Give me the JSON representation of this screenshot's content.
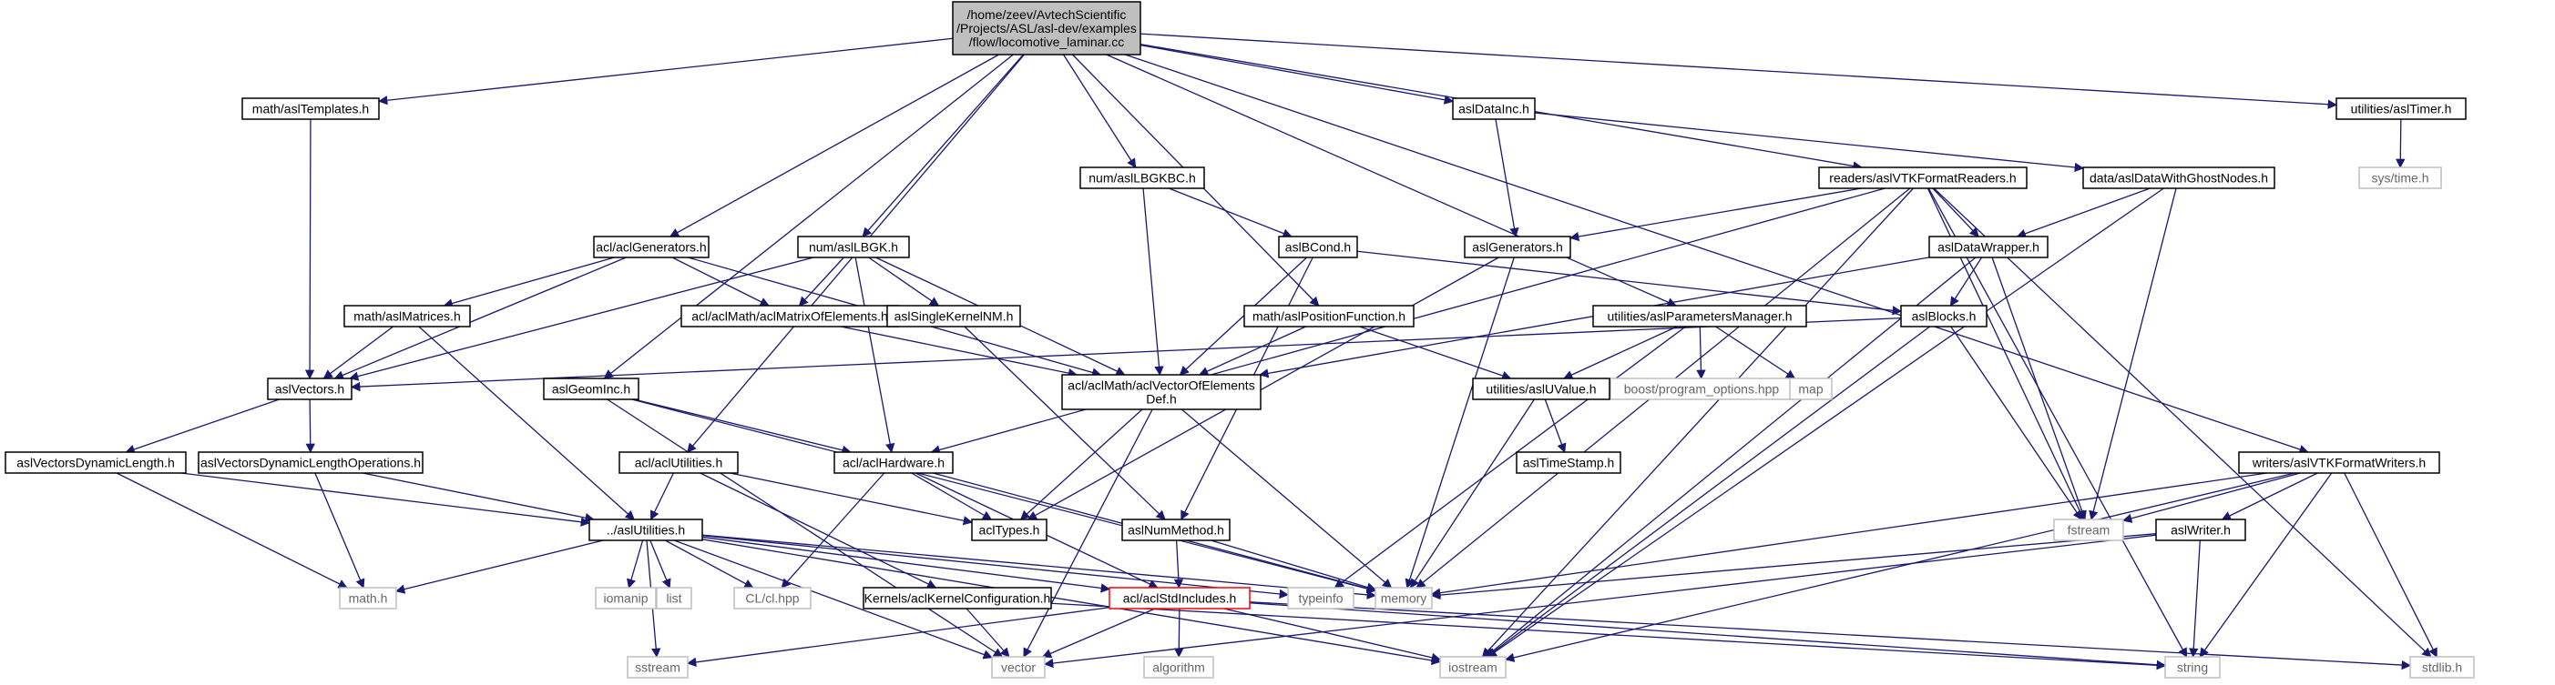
{
  "colors": {
    "edge": "#191970",
    "root_fill": "#bfbfbf",
    "border_dark": "#000000",
    "border_light": "#bfbfbf",
    "border_red": "#ff0000",
    "text_dark": "#000000",
    "text_light": "#666666",
    "node_fill": "#ffffff"
  },
  "nodes": [
    {
      "id": "root",
      "lines": [
        "/home/zeev/AvtechScientific",
        "/Projects/ASL/asl-dev/examples",
        "/flow/locomotive_laminar.cc"
      ],
      "style": "root"
    },
    {
      "id": "asltemplates",
      "lines": [
        "math/aslTemplates.h"
      ],
      "style": "dark"
    },
    {
      "id": "acl_generators",
      "lines": [
        "acl/aclGenerators.h"
      ],
      "style": "dark"
    },
    {
      "id": "aslgeominc",
      "lines": [
        "aslGeomInc.h"
      ],
      "style": "dark"
    },
    {
      "id": "num_asllbgk",
      "lines": [
        "num/aslLBGK.h"
      ],
      "style": "dark"
    },
    {
      "id": "num_asllbgkbc",
      "lines": [
        "num/aslLBGKBC.h"
      ],
      "style": "dark"
    },
    {
      "id": "asldatainc",
      "lines": [
        "aslDataInc.h"
      ],
      "style": "dark"
    },
    {
      "id": "readers_vtk",
      "lines": [
        "readers/aslVTKFormatReaders.h"
      ],
      "style": "dark"
    },
    {
      "id": "data_ghost",
      "lines": [
        "data/aslDataWithGhostNodes.h"
      ],
      "style": "dark"
    },
    {
      "id": "utilities_timer",
      "lines": [
        "utilities/aslTimer.h"
      ],
      "style": "dark"
    },
    {
      "id": "sys_time",
      "lines": [
        "sys/time.h"
      ],
      "style": "light"
    },
    {
      "id": "aslbcond",
      "lines": [
        "aslBCond.h"
      ],
      "style": "dark"
    },
    {
      "id": "aslgenerators",
      "lines": [
        "aslGenerators.h"
      ],
      "style": "dark"
    },
    {
      "id": "asldatawrapper",
      "lines": [
        "aslDataWrapper.h"
      ],
      "style": "dark"
    },
    {
      "id": "math_aslmatrices",
      "lines": [
        "math/aslMatrices.h"
      ],
      "style": "dark"
    },
    {
      "id": "acl_matrixofelements",
      "lines": [
        "acl/aclMath/aclMatrixOfElements.h"
      ],
      "style": "dark"
    },
    {
      "id": "aslsinglekernelnm",
      "lines": [
        "aslSingleKernelNM.h"
      ],
      "style": "dark"
    },
    {
      "id": "math_positionfunction",
      "lines": [
        "math/aslPositionFunction.h"
      ],
      "style": "dark"
    },
    {
      "id": "utilities_paramsmanager",
      "lines": [
        "utilities/aslParametersManager.h"
      ],
      "style": "dark"
    },
    {
      "id": "aslblocks",
      "lines": [
        "aslBlocks.h"
      ],
      "style": "dark"
    },
    {
      "id": "aslvectors",
      "lines": [
        "aslVectors.h"
      ],
      "style": "dark"
    },
    {
      "id": "acl_vectorofelements",
      "lines": [
        "acl/aclMath/aclVectorOfElements",
        "Def.h"
      ],
      "style": "dark"
    },
    {
      "id": "boost_po",
      "lines": [
        "boost/program_options.hpp"
      ],
      "style": "light"
    },
    {
      "id": "map",
      "lines": [
        "map"
      ],
      "style": "light"
    },
    {
      "id": "utilities_uvalue",
      "lines": [
        "utilities/aslUValue.h"
      ],
      "style": "dark"
    },
    {
      "id": "asltimestamp",
      "lines": [
        "aslTimeStamp.h"
      ],
      "style": "dark"
    },
    {
      "id": "aslvectorsdynlen",
      "lines": [
        "aslVectorsDynamicLength.h"
      ],
      "style": "dark"
    },
    {
      "id": "aslvectorsdynlenops",
      "lines": [
        "aslVectorsDynamicLengthOperations.h"
      ],
      "style": "dark"
    },
    {
      "id": "acl_utilities",
      "lines": [
        "acl/aclUtilities.h"
      ],
      "style": "dark"
    },
    {
      "id": "acl_hardware",
      "lines": [
        "acl/aclHardware.h"
      ],
      "style": "dark"
    },
    {
      "id": "acltypes",
      "lines": [
        "aclTypes.h"
      ],
      "style": "dark"
    },
    {
      "id": "aslnummethod",
      "lines": [
        "aslNumMethod.h"
      ],
      "style": "dark"
    },
    {
      "id": "writers_vtk",
      "lines": [
        "writers/aslVTKFormatWriters.h"
      ],
      "style": "dark"
    },
    {
      "id": "fstream",
      "lines": [
        "fstream"
      ],
      "style": "light"
    },
    {
      "id": "aslwriter",
      "lines": [
        "aslWriter.h"
      ],
      "style": "dark"
    },
    {
      "id": "asl_utilities",
      "lines": [
        "../aslUtilities.h"
      ],
      "style": "dark"
    },
    {
      "id": "math_h",
      "lines": [
        "math.h"
      ],
      "style": "light"
    },
    {
      "id": "iomanip",
      "lines": [
        "iomanip"
      ],
      "style": "light"
    },
    {
      "id": "list",
      "lines": [
        "list"
      ],
      "style": "light"
    },
    {
      "id": "cl_hpp",
      "lines": [
        "CL/cl.hpp"
      ],
      "style": "light"
    },
    {
      "id": "kernels_config",
      "lines": [
        "Kernels/aclKernelConfiguration.h"
      ],
      "style": "dark"
    },
    {
      "id": "acl_stdincludes",
      "lines": [
        "acl/aclStdIncludes.h"
      ],
      "style": "red"
    },
    {
      "id": "typeinfo",
      "lines": [
        "typeinfo"
      ],
      "style": "light"
    },
    {
      "id": "memory",
      "lines": [
        "memory"
      ],
      "style": "light"
    },
    {
      "id": "sstream",
      "lines": [
        "sstream"
      ],
      "style": "light"
    },
    {
      "id": "vector",
      "lines": [
        "vector"
      ],
      "style": "light"
    },
    {
      "id": "algorithm",
      "lines": [
        "algorithm"
      ],
      "style": "light"
    },
    {
      "id": "iostream",
      "lines": [
        "iostream"
      ],
      "style": "light"
    },
    {
      "id": "string",
      "lines": [
        "string"
      ],
      "style": "light"
    },
    {
      "id": "stdlib_h",
      "lines": [
        "stdlib.h"
      ],
      "style": "light"
    }
  ],
  "edges": [
    [
      "root",
      "asltemplates"
    ],
    [
      "root",
      "acl_generators"
    ],
    [
      "root",
      "aslgeominc"
    ],
    [
      "root",
      "num_asllbgk"
    ],
    [
      "root",
      "num_asllbgkbc"
    ],
    [
      "root",
      "asldatainc"
    ],
    [
      "root",
      "readers_vtk"
    ],
    [
      "root",
      "utilities_timer"
    ],
    [
      "root",
      "math_positionfunction"
    ],
    [
      "root",
      "utilities_paramsmanager"
    ],
    [
      "root",
      "writers_vtk"
    ],
    [
      "root",
      "acl_utilities"
    ],
    [
      "asltemplates",
      "aslvectors"
    ],
    [
      "utilities_timer",
      "sys_time"
    ],
    [
      "asldatainc",
      "data_ghost"
    ],
    [
      "asldatainc",
      "aslgenerators"
    ],
    [
      "data_ghost",
      "asldatawrapper"
    ],
    [
      "data_ghost",
      "fstream"
    ],
    [
      "data_ghost",
      "iostream"
    ],
    [
      "readers_vtk",
      "aslgenerators"
    ],
    [
      "readers_vtk",
      "asldatawrapper"
    ],
    [
      "readers_vtk",
      "acl_hardware"
    ],
    [
      "readers_vtk",
      "memory"
    ],
    [
      "readers_vtk",
      "fstream"
    ],
    [
      "readers_vtk",
      "iostream"
    ],
    [
      "readers_vtk",
      "string"
    ],
    [
      "readers_vtk",
      "stdlib_h"
    ],
    [
      "num_asllbgkbc",
      "aslbcond"
    ],
    [
      "num_asllbgkbc",
      "acl_vectorofelements"
    ],
    [
      "num_asllbgk",
      "acl_matrixofelements"
    ],
    [
      "num_asllbgk",
      "aslsinglekernelnm"
    ],
    [
      "num_asllbgk",
      "acl_vectorofelements"
    ],
    [
      "num_asllbgk",
      "aslvectors"
    ],
    [
      "num_asllbgk",
      "acl_hardware"
    ],
    [
      "acl_generators",
      "math_aslmatrices"
    ],
    [
      "acl_generators",
      "acl_matrixofelements"
    ],
    [
      "acl_generators",
      "aslvectors"
    ],
    [
      "acl_generators",
      "acl_vectorofelements"
    ],
    [
      "aslbcond",
      "aslblocks"
    ],
    [
      "aslbcond",
      "acl_vectorofelements"
    ],
    [
      "aslbcond",
      "aslnummethod"
    ],
    [
      "aslgenerators",
      "acltypes"
    ],
    [
      "aslgenerators",
      "memory"
    ],
    [
      "asldatawrapper",
      "aslblocks"
    ],
    [
      "asldatawrapper",
      "acl_vectorofelements"
    ],
    [
      "asldatawrapper",
      "fstream"
    ],
    [
      "asldatawrapper",
      "iostream"
    ],
    [
      "math_aslmatrices",
      "aslvectors"
    ],
    [
      "math_aslmatrices",
      "asl_utilities"
    ],
    [
      "acl_matrixofelements",
      "acl_vectorofelements"
    ],
    [
      "aslsinglekernelnm",
      "aslnummethod"
    ],
    [
      "math_positionfunction",
      "acl_vectorofelements"
    ],
    [
      "math_positionfunction",
      "utilities_uvalue"
    ],
    [
      "utilities_paramsmanager",
      "utilities_uvalue"
    ],
    [
      "utilities_paramsmanager",
      "boost_po"
    ],
    [
      "utilities_paramsmanager",
      "map"
    ],
    [
      "utilities_paramsmanager",
      "typeinfo"
    ],
    [
      "aslblocks",
      "aslvectors"
    ],
    [
      "aslblocks",
      "fstream"
    ],
    [
      "aslblocks",
      "iostream"
    ],
    [
      "aslvectors",
      "aslvectorsdynlen"
    ],
    [
      "aslvectors",
      "aslvectorsdynlenops"
    ],
    [
      "acl_vectorofelements",
      "acltypes"
    ],
    [
      "acl_vectorofelements",
      "memory"
    ],
    [
      "acl_vectorofelements",
      "vector"
    ],
    [
      "utilities_uvalue",
      "asltimestamp"
    ],
    [
      "utilities_uvalue",
      "memory"
    ],
    [
      "aslgeominc",
      "acl_hardware"
    ],
    [
      "aslgeominc",
      "memory"
    ],
    [
      "aslgeominc",
      "vector"
    ],
    [
      "aslvectorsdynlen",
      "asl_utilities"
    ],
    [
      "aslvectorsdynlen",
      "math_h"
    ],
    [
      "aslvectorsdynlenops",
      "asl_utilities"
    ],
    [
      "aslvectorsdynlenops",
      "math_h"
    ],
    [
      "acl_utilities",
      "asl_utilities"
    ],
    [
      "acl_utilities",
      "acltypes"
    ],
    [
      "acl_utilities",
      "kernels_config"
    ],
    [
      "acl_hardware",
      "acltypes"
    ],
    [
      "acl_hardware",
      "cl_hpp"
    ],
    [
      "acl_hardware",
      "acl_stdincludes"
    ],
    [
      "acl_hardware",
      "memory"
    ],
    [
      "aslnummethod",
      "acl_stdincludes"
    ],
    [
      "aslnummethod",
      "memory"
    ],
    [
      "writers_vtk",
      "fstream"
    ],
    [
      "writers_vtk",
      "aslwriter"
    ],
    [
      "writers_vtk",
      "memory"
    ],
    [
      "writers_vtk",
      "iostream"
    ],
    [
      "writers_vtk",
      "string"
    ],
    [
      "writers_vtk",
      "stdlib_h"
    ],
    [
      "aslwriter",
      "memory"
    ],
    [
      "aslwriter",
      "string"
    ],
    [
      "aslwriter",
      "vector"
    ],
    [
      "asl_utilities",
      "math_h"
    ],
    [
      "asl_utilities",
      "iomanip"
    ],
    [
      "asl_utilities",
      "list"
    ],
    [
      "asl_utilities",
      "cl_hpp"
    ],
    [
      "asl_utilities",
      "acl_stdincludes"
    ],
    [
      "asl_utilities",
      "typeinfo"
    ],
    [
      "asl_utilities",
      "memory"
    ],
    [
      "asl_utilities",
      "sstream"
    ],
    [
      "asl_utilities",
      "vector"
    ],
    [
      "asl_utilities",
      "iostream"
    ],
    [
      "kernels_config",
      "vector"
    ],
    [
      "kernels_config",
      "string"
    ],
    [
      "acl_stdincludes",
      "sstream"
    ],
    [
      "acl_stdincludes",
      "vector"
    ],
    [
      "acl_stdincludes",
      "algorithm"
    ],
    [
      "acl_stdincludes",
      "iostream"
    ],
    [
      "acl_stdincludes",
      "string"
    ],
    [
      "acl_stdincludes",
      "stdlib_h"
    ]
  ]
}
